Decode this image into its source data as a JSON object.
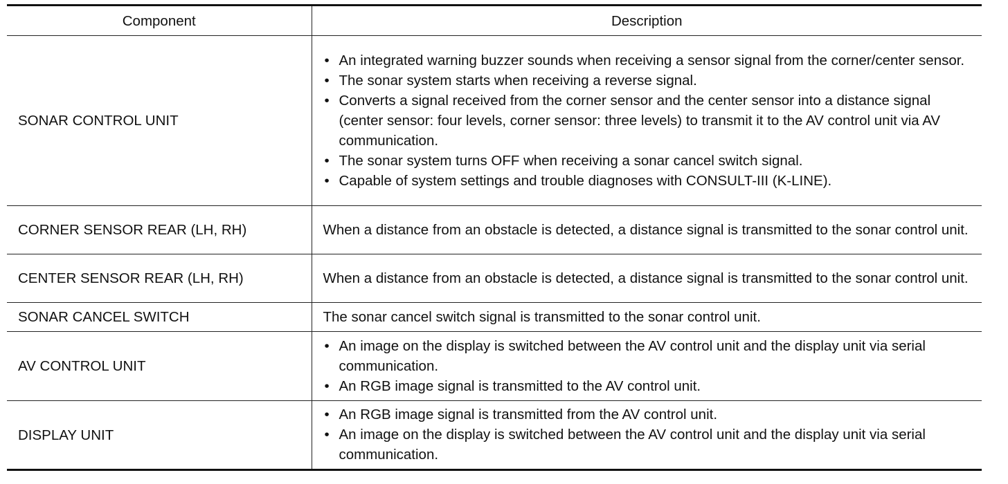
{
  "table": {
    "headers": {
      "component": "Component",
      "description": "Description"
    },
    "rows": [
      {
        "component": "SONAR CONTROL UNIT",
        "bullets": [
          "An integrated warning buzzer sounds when receiving a sensor signal from the corner/center sensor.",
          "The sonar system starts when receiving a reverse signal.",
          "Converts a signal received from the corner sensor and the center sensor into a distance signal (center sensor: four levels, corner sensor: three levels) to transmit it to the AV control unit via AV communication.",
          "The sonar system turns OFF when receiving a sonar cancel switch signal.",
          "Capable of system settings and trouble diagnoses with CONSULT-III (K-LINE)."
        ]
      },
      {
        "component": "CORNER SENSOR REAR (LH, RH)",
        "text": "When a distance from an obstacle is detected, a distance signal is transmitted to the sonar control unit."
      },
      {
        "component": "CENTER SENSOR REAR (LH, RH)",
        "text": "When a distance from an obstacle is detected, a distance signal is transmitted to the sonar control unit."
      },
      {
        "component": "SONAR CANCEL SWITCH",
        "text": "The sonar cancel switch signal is transmitted to the sonar control unit."
      },
      {
        "component": "AV CONTROL UNIT",
        "bullets": [
          "An image on the display is switched between the AV control unit and the display unit via serial communication.",
          "An RGB image signal is transmitted to the AV control unit."
        ]
      },
      {
        "component": "DISPLAY UNIT",
        "bullets": [
          "An RGB image signal is transmitted from the AV control unit.",
          "An image on the display is switched between the AV control unit and the display unit via serial communication."
        ]
      }
    ]
  }
}
